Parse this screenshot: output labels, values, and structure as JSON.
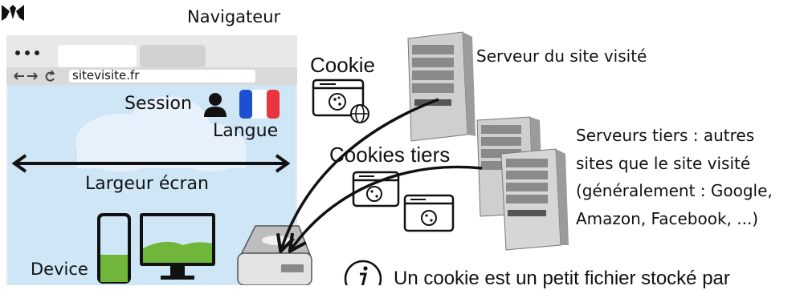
{
  "browser_title": "Navigateur",
  "url": "sitevisite.fr",
  "session_label": "Session",
  "langue_label": "Langue",
  "largeur_label": "Largeur écran",
  "device_label": "Device",
  "cookie_label": "Cookie",
  "cookies_tiers_label": "Cookies tiers",
  "server_label": "Serveur du site visité",
  "third_party_text": [
    "Serveurs tiers : autres",
    "sites que le site visité",
    "(généralement : Google,",
    "Amazon, Facebook, ...)"
  ],
  "info_text": "Un cookie est un petit fichier stocké par",
  "colors": {
    "sky": "#cfe6f7",
    "grass": "#6fb63b",
    "flag_blue": "#1f4fd1",
    "flag_red": "#e8343c",
    "frame": "#e8e8e8",
    "tab": "#d2d2d2"
  },
  "icons": [
    "logo-icon",
    "user-icon",
    "flag-france-icon",
    "cookie-window-icon",
    "globe-icon",
    "server-icon",
    "hard-drive-icon",
    "info-icon"
  ]
}
